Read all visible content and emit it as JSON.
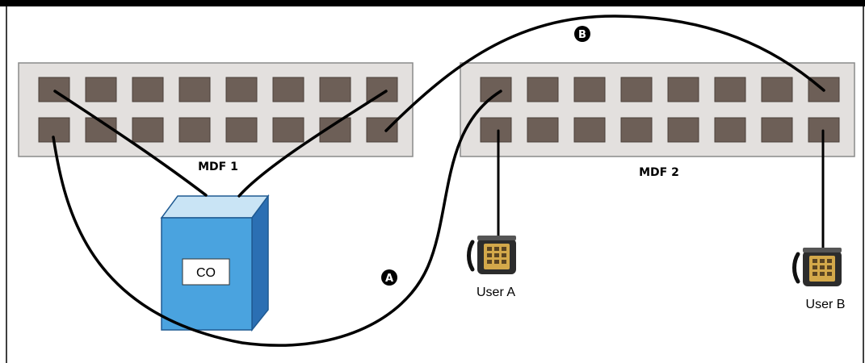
{
  "header": {
    "caption_fragment": ""
  },
  "panels": [
    {
      "label": "MDF 1",
      "rows": 2,
      "ports_per_row": 8
    },
    {
      "label": "MDF 2",
      "rows": 2,
      "ports_per_row": 8
    }
  ],
  "co": {
    "label": "CO"
  },
  "users": [
    {
      "label": "User A"
    },
    {
      "label": "User B"
    }
  ],
  "markers": [
    {
      "label": "A"
    },
    {
      "label": "B"
    }
  ],
  "colors": {
    "panel_fill": "#e3e0de",
    "panel_stroke": "#8a8a8a",
    "port_fill": "#6d5f57",
    "co_front": "#4aa3df",
    "co_side": "#2b6fb3",
    "co_top": "#c9e4f5",
    "wire": "#000000"
  }
}
